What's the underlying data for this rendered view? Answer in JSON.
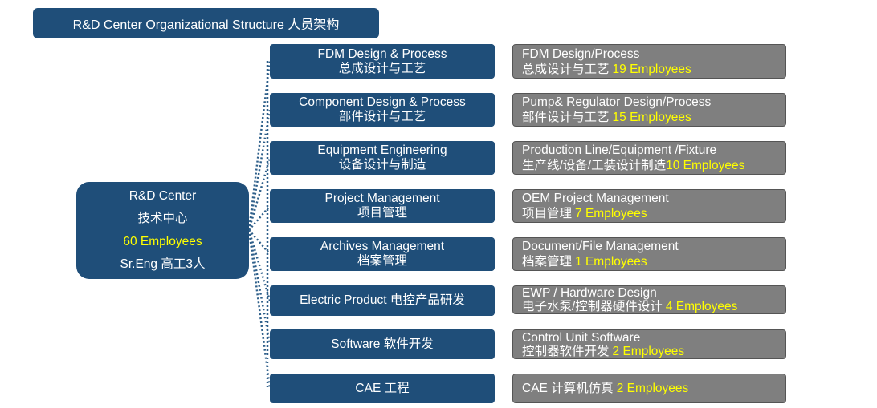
{
  "title": "R&D Center Organizational Structure 人员架构",
  "center": {
    "name_en": "R&D Center",
    "name_zh": "技术中心",
    "employees": "60 Employees",
    "senior": "Sr.Eng 高工3人"
  },
  "departments": [
    {
      "line1": "FDM Design & Process",
      "line2": "总成设计与工艺",
      "team1": "FDM Design/Process",
      "team2": "总成设计与工艺",
      "team_emp": "19 Employees"
    },
    {
      "line1": "Component Design & Process",
      "line2": "部件设计与工艺",
      "team1": "Pump& Regulator Design/Process",
      "team2": "部件设计与工艺",
      "team_emp": "15 Employees"
    },
    {
      "line1": "Equipment Engineering",
      "line2": "设备设计与制造",
      "team1": "Production Line/Equipment /Fixture",
      "team2": "生产线/设备/工装设计制造",
      "team_emp": "10 Employees"
    },
    {
      "line1": "Project Management",
      "line2": "项目管理",
      "team1": "OEM Project Management",
      "team2": "项目管理",
      "team_emp": "7 Employees"
    },
    {
      "line1": "Archives Management",
      "line2": "档案管理",
      "team1": "Document/File Management",
      "team2": "档案管理",
      "team_emp": "1 Employees"
    },
    {
      "line1": "Electric Product 电控产品研发",
      "line2": "",
      "team1": "EWP / Hardware Design",
      "team2": "电子水泵/控制器硬件设计",
      "team_emp": "4 Employees"
    },
    {
      "line1": "Software 软件开发",
      "line2": "",
      "team1": "Control Unit Software",
      "team2": "控制器软件开发",
      "team_emp": "2 Employees"
    },
    {
      "line1": "CAE 工程",
      "line2": "",
      "team1": "CAE 计算机仿真",
      "team2": "",
      "team_emp": "2 Employees"
    }
  ],
  "colors": {
    "box": "#1f4e79",
    "team": "#7f7f7f",
    "highlight": "#ffff00",
    "connector": "#2e5f8a"
  }
}
